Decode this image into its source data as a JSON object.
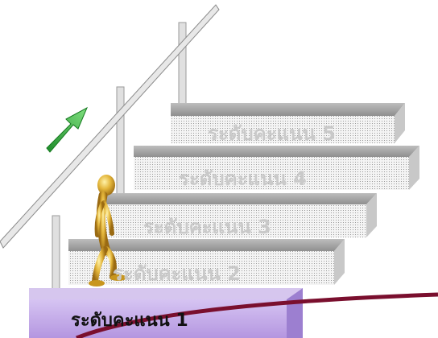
{
  "diagram": {
    "steps": [
      {
        "label": "ระดับคะแนน 1",
        "level": 1,
        "active": true
      },
      {
        "label": "ระดับคะแนน 2",
        "level": 2,
        "active": false
      },
      {
        "label": "ระดับคะแนน 3",
        "level": 3,
        "active": false
      },
      {
        "label": "ระดับคะแนน 4",
        "level": 4,
        "active": false
      },
      {
        "label": "ระดับคะแนน 5",
        "level": 5,
        "active": false
      }
    ],
    "colors": {
      "active_step": "#b79be0",
      "inactive_step": "#e6e6e6",
      "arrow": "#3dbb3d",
      "figure": "#d9a52b",
      "curve": "#7a0f2e"
    }
  }
}
